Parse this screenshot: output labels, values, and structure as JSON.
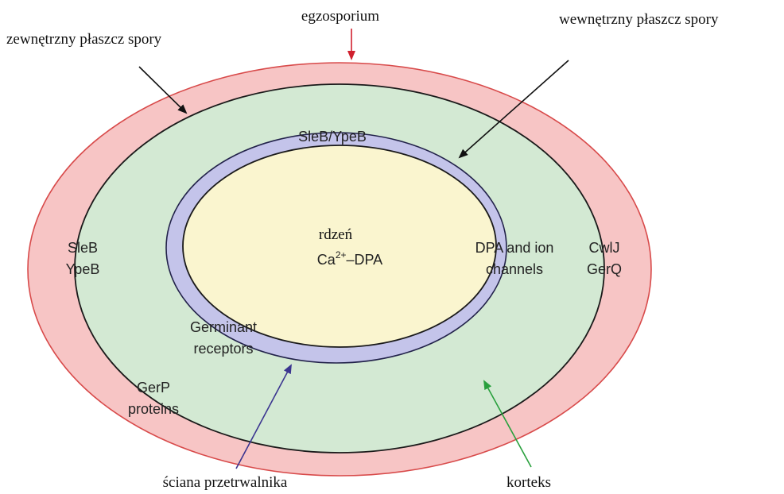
{
  "labels": {
    "egzosporium": "egzosporium",
    "outer_coat": "zewnętrzny płaszcz spory",
    "inner_coat": "wewnętrzny płaszcz spory",
    "spore_wall": "ściana przetrwalnika",
    "cortex": "korteks",
    "core": "rdzeń"
  },
  "core_content": {
    "ca": "Ca",
    "ca_sup": "2+",
    "dpa": "–DPA"
  },
  "annotations": {
    "sleb_ypeb_top": "SleB/YpeB",
    "sleb": "SleB",
    "ypeb": "YpeB",
    "dpa_line1": "DPA and ion",
    "dpa_line2": "channels",
    "cwlj": "CwlJ",
    "gerq": "GerQ",
    "germinant_line1": "Germinant",
    "germinant_line2": "receptors",
    "gerp_line1": "GerP",
    "gerp_line2": "proteins"
  },
  "colors": {
    "exosporium": "#f7c5c5",
    "cortex": "#d3e9d3",
    "spore_wall": "#c4c4ea",
    "core": "#faf5cf",
    "arrow_exosporium": "#d0202e",
    "arrow_spore_wall": "#3b3590",
    "arrow_cortex": "#29a03d",
    "arrow_default": "#111111"
  }
}
